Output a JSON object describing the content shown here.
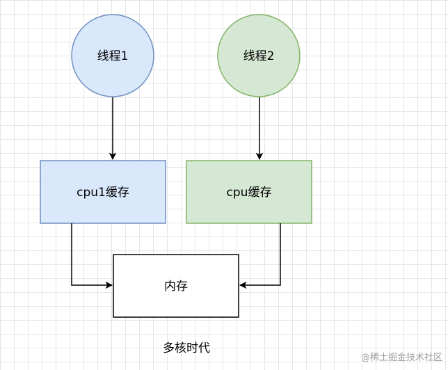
{
  "diagram": {
    "thread1_label": "线程1",
    "thread2_label": "线程2",
    "cache1_label": "cpu1缓存",
    "cache2_label": "cpu缓存",
    "memory_label": "内存",
    "caption": "多核时代"
  },
  "colors": {
    "thread1_fill": "#dae8fc",
    "thread1_stroke": "#6c8ebf",
    "thread2_fill": "#d5e8d4",
    "thread2_stroke": "#82b366",
    "memory_fill": "#ffffff",
    "memory_stroke": "#000000",
    "arrow": "#000000"
  },
  "watermark": {
    "text": "@稀土掘金技术社区"
  }
}
